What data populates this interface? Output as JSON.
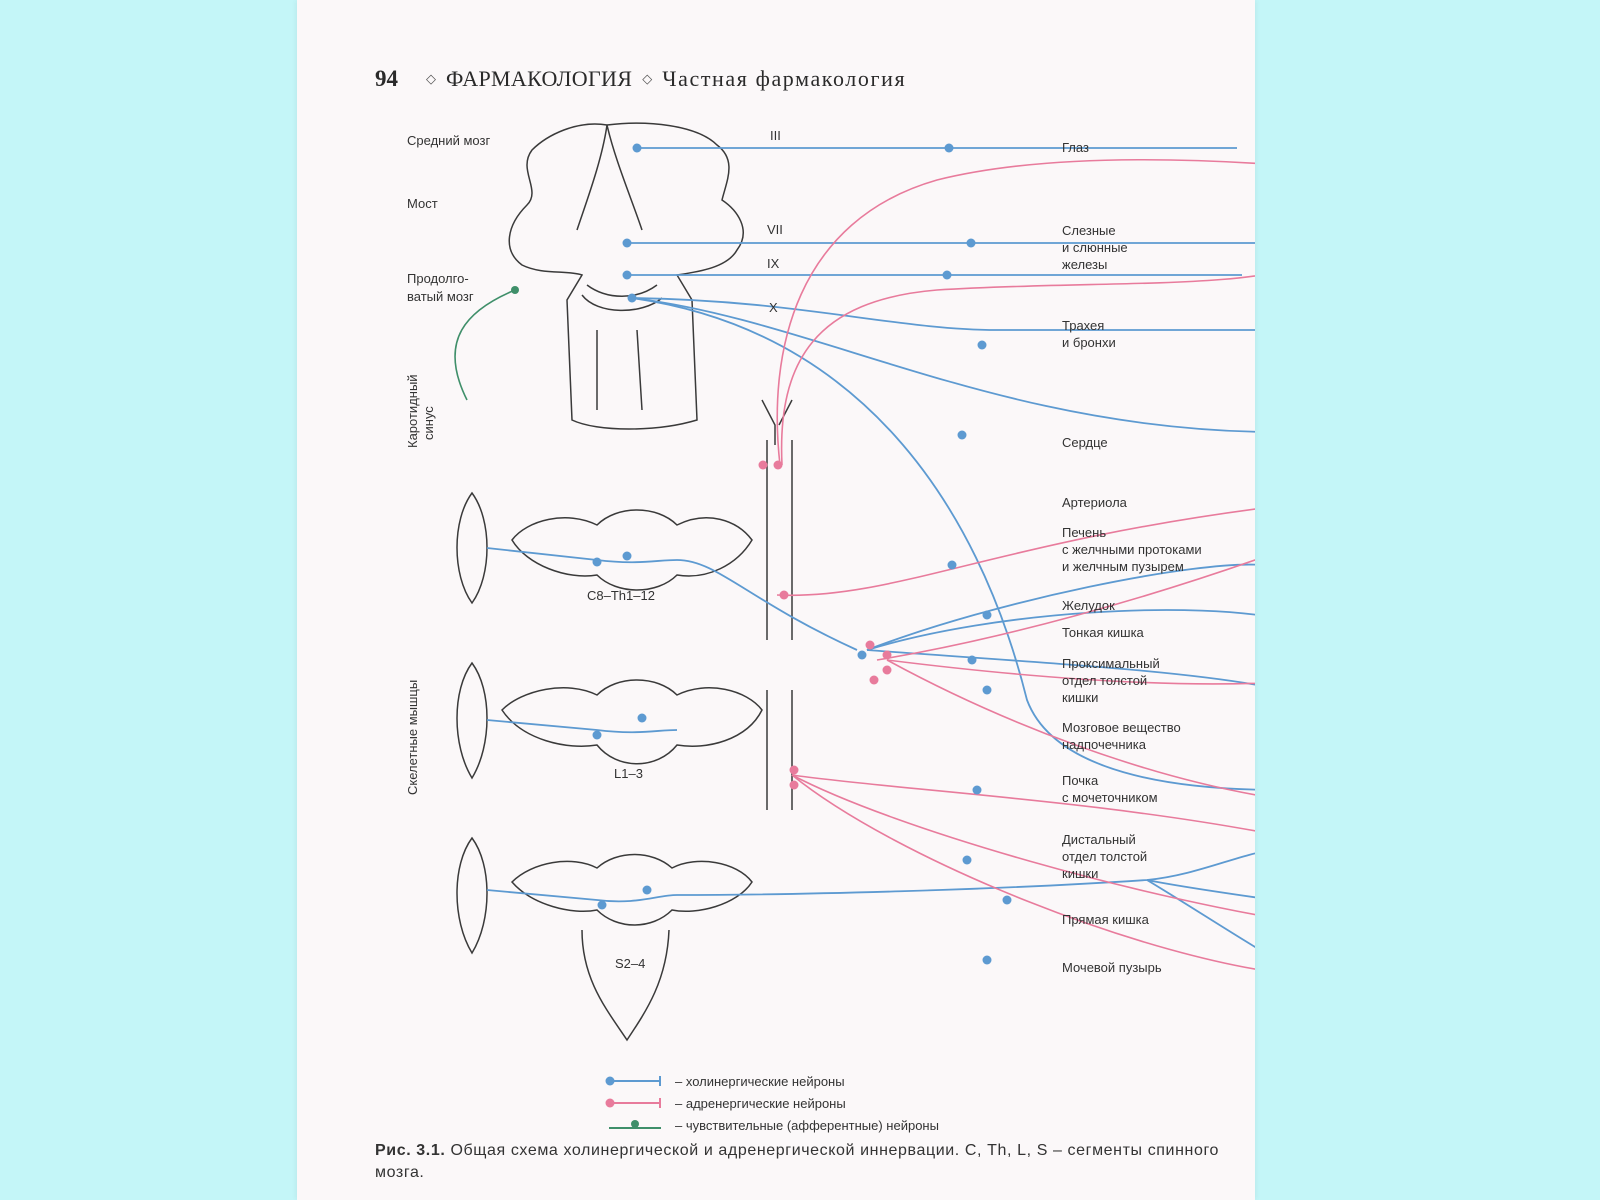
{
  "header": {
    "page_number": "94",
    "section": "ФАРМАКОЛОГИЯ",
    "subsection": "Частная фармакология"
  },
  "brain_labels": {
    "midbrain": "Средний мозг",
    "pons": "Мост",
    "medulla_line1": "Продолго-",
    "medulla_line2": "ватый мозг",
    "carotid_line1": "Каротидный",
    "carotid_line2": "синус",
    "skeletal_muscles": "Скелетные мышцы"
  },
  "nerves": {
    "n3": "III",
    "n7": "VII",
    "n9": "IX",
    "n10": "X"
  },
  "segments": {
    "thoracic": "C8–Th1–12",
    "lumbar": "L1–3",
    "sacral": "S2–4"
  },
  "organs": {
    "eye": "Глаз",
    "glands_l1": "Слезные",
    "glands_l2": "и слюнные",
    "glands_l3": "железы",
    "trachea_l1": "Трахея",
    "trachea_l2": "и бронхи",
    "heart": "Сердце",
    "arteriole": "Артериола",
    "liver_l1": "Печень",
    "liver_l2": "с желчными протоками",
    "liver_l3": "и желчным пузырем",
    "stomach": "Желудок",
    "small_intestine": "Тонкая кишка",
    "prox_colon_l1": "Проксимальный",
    "prox_colon_l2": "отдел толстой",
    "prox_colon_l3": "кишки",
    "adrenal_l1": "Мозговое вещество",
    "adrenal_l2": "надпочечника",
    "kidney_l1": "Почка",
    "kidney_l2": "с мочеточником",
    "dist_colon_l1": "Дистальный",
    "dist_colon_l2": "отдел толстой",
    "dist_colon_l3": "кишки",
    "rectum": "Прямая кишка",
    "bladder": "Мочевой пузырь"
  },
  "legend": {
    "cholinergic": "– холинергические нейроны",
    "adrenergic": "– адренергические нейроны",
    "sensory": "– чувствительные (афферентные) нейроны"
  },
  "colors": {
    "cholinergic": "#5d9ad1",
    "adrenergic": "#e87b9c",
    "sensory": "#3f8f6a",
    "outline": "#3a3a3a"
  },
  "caption": {
    "label": "Рис. 3.1.",
    "text": "Общая схема холинергической и адренергической иннервации. С, Th, L, S – сегменты спинного мозга."
  }
}
